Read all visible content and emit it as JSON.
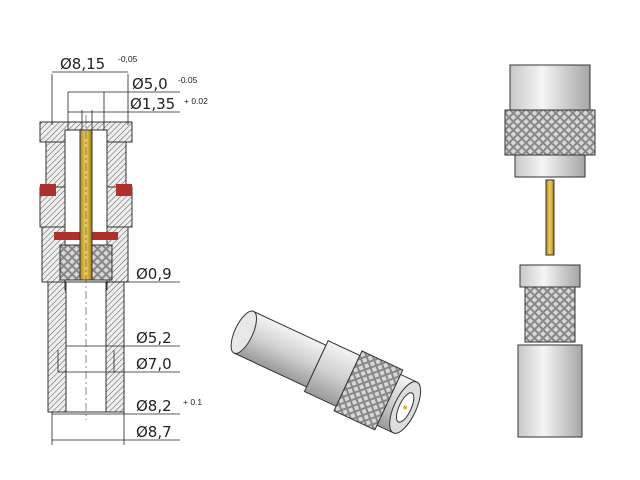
{
  "dimensions": [
    {
      "label": "Ø8,15",
      "tolerance": "-0,05"
    },
    {
      "label": "Ø5,0",
      "tolerance": "-0.05"
    },
    {
      "label": "Ø1,35",
      "tolerance": "+ 0.02"
    },
    {
      "label": "Ø0,9",
      "tolerance": ""
    },
    {
      "label": "Ø5,2",
      "tolerance": ""
    },
    {
      "label": "Ø7,0",
      "tolerance": ""
    },
    {
      "label": "Ø8,2",
      "tolerance": "+ 0.1"
    },
    {
      "label": "Ø8,7",
      "tolerance": ""
    }
  ],
  "colors": {
    "insulator": "#b0302a",
    "pin": "#d9b23a",
    "metal": "#cfcfcf",
    "hatch": "#555555"
  }
}
